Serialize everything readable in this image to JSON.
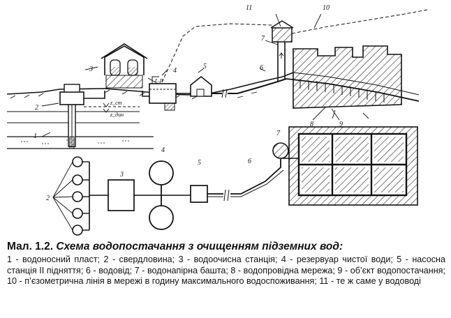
{
  "caption": {
    "title_prefix": "Мал. 1.2.",
    "title_text": "Схема водопостачання з очищенням підземних вод:",
    "body": "1 - водоносний пласт; 2 - свердловина; 3 - водоочисна станція; 4 - резервуар чистої води; 5 - насосна станція ІІ підняття; 6 - водовід; 7 - водонапірна башта; 8 - водопровідна мережа; 9 - об’єкт водопостачання; 10 - п’єзометрична лінія в мережі в годину максимального водоспоживання; 11 - те ж саме у водоводі"
  },
  "diagram": {
    "labels": {
      "n1": "1",
      "n2": "2",
      "n3": "3",
      "n4": "4",
      "n5": "5",
      "n6": "6",
      "n7": "7",
      "n8": "8",
      "n9": "9",
      "n10": "10",
      "n11": "11",
      "p_n2": "2",
      "p_n3": "3",
      "p_n4": "4",
      "p_n5": "5",
      "p_n6": "6",
      "p_n7": "7",
      "zp": "z_p",
      "zst": "z_ст",
      "zdyn": "z_дин"
    }
  }
}
